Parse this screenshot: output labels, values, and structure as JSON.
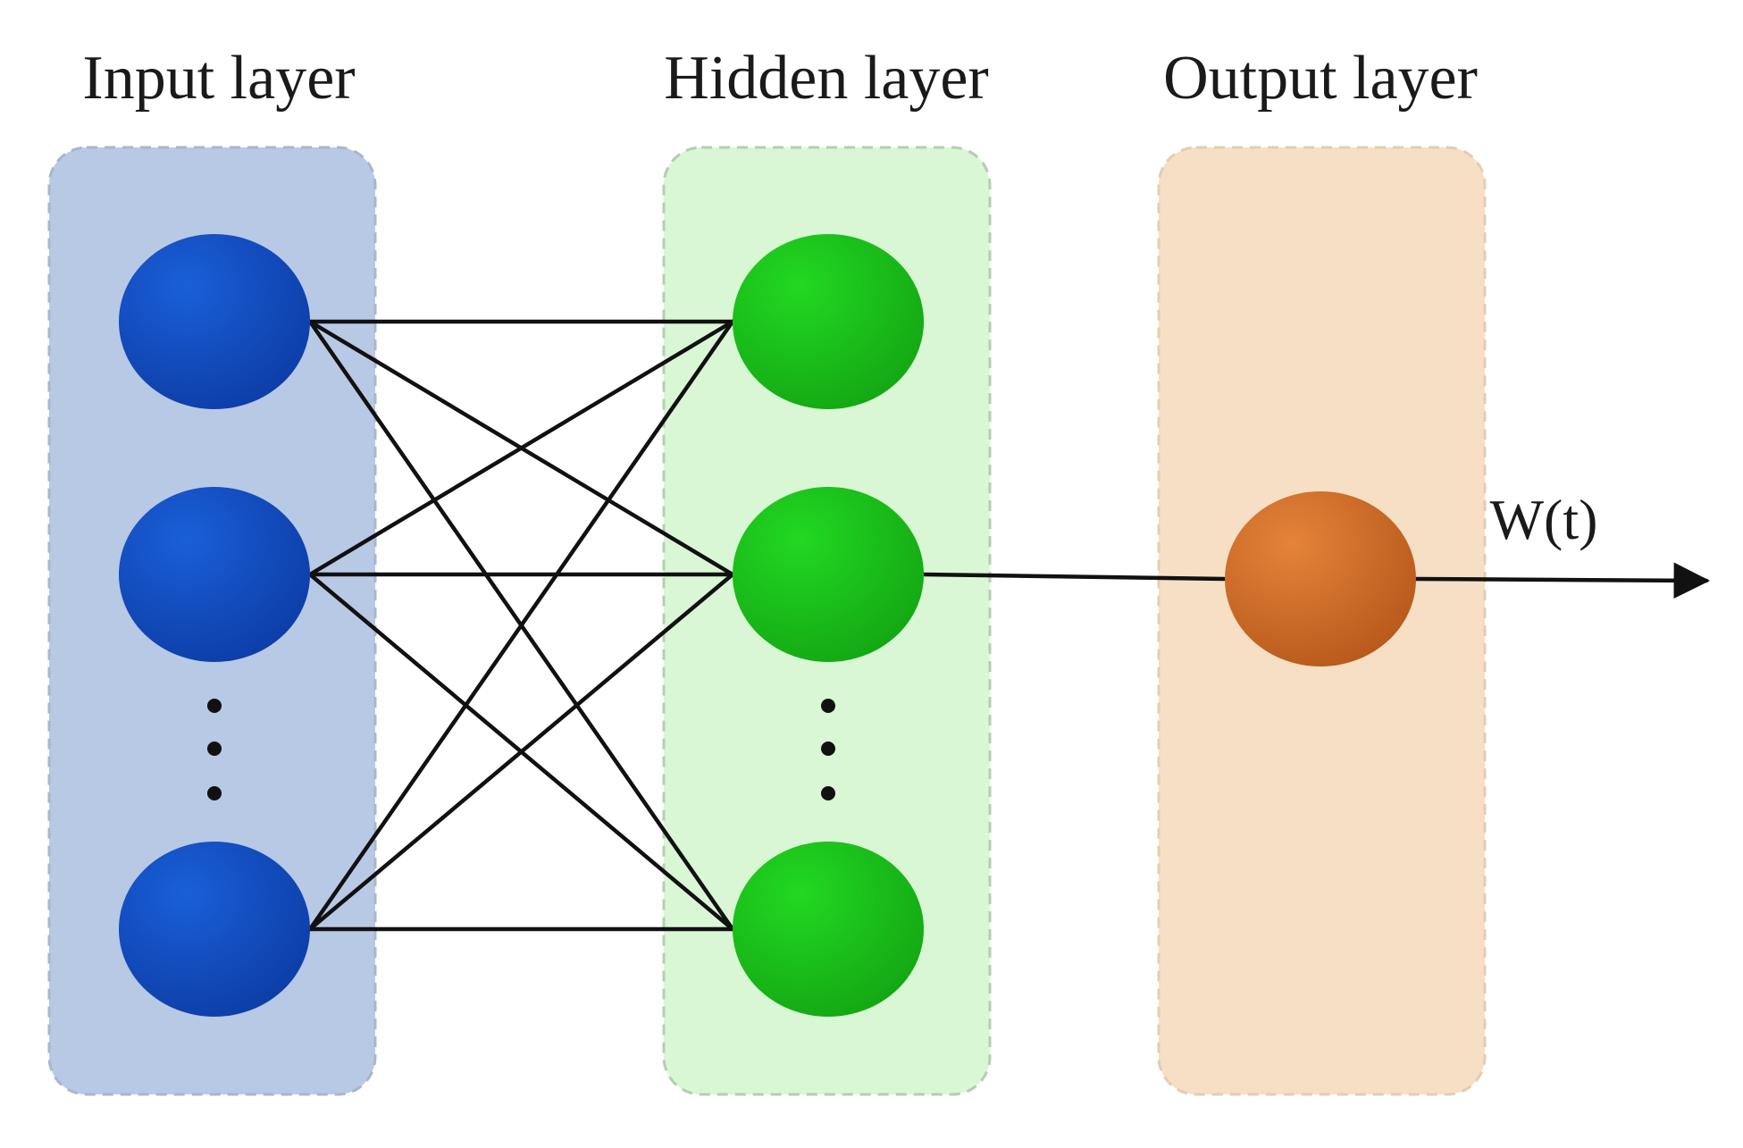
{
  "layers": {
    "input": {
      "title": "Input layer",
      "panel_color": "#b8c9e6",
      "node_color": "#1a5fd8",
      "node_shade": "#0d3ea8"
    },
    "hidden": {
      "title": "Hidden layer",
      "panel_color": "#d9f7d4",
      "node_color": "#22d822",
      "node_shade": "#14a814"
    },
    "output": {
      "title": "Output layer",
      "panel_color": "#f6dfc4",
      "node_color": "#e5833a",
      "node_shade": "#b85a1c"
    }
  },
  "output_label": "W(t)",
  "edge_color": "#111111"
}
